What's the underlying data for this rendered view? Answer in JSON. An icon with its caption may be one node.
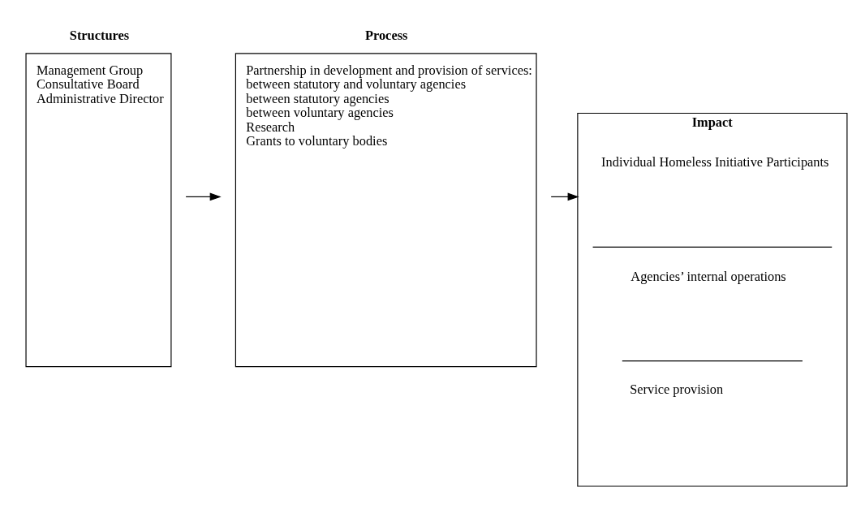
{
  "diagram": {
    "nodes": [
      {
        "text": [
          "Structures",
          "Management Group",
          "Consultative Board",
          "Administrative Director"
        ]
      },
      {
        "text": [
          "Process",
          "Partnership in development and provision of services:",
          "between statutory and voluntary agencies",
          "between statutory agencies",
          "between voluntary agencies",
          "Research",
          "Grants to voluntary bodies"
        ]
      },
      {
        "text": [
          "Impact"
        ]
      },
      {
        "text": [
          "Individual Homeless Initiative Participants"
        ],
        "in": 2
      },
      {
        "text": [
          "Agencies’ internal operations"
        ],
        "in": 2
      },
      {
        "text": [
          "Service provision"
        ],
        "in": 2
      }
    ],
    "edges": [
      {
        "from": 0,
        "to": 1,
        "arrow": "to"
      },
      {
        "from": 1,
        "to": 2,
        "arrow": "to"
      }
    ]
  }
}
